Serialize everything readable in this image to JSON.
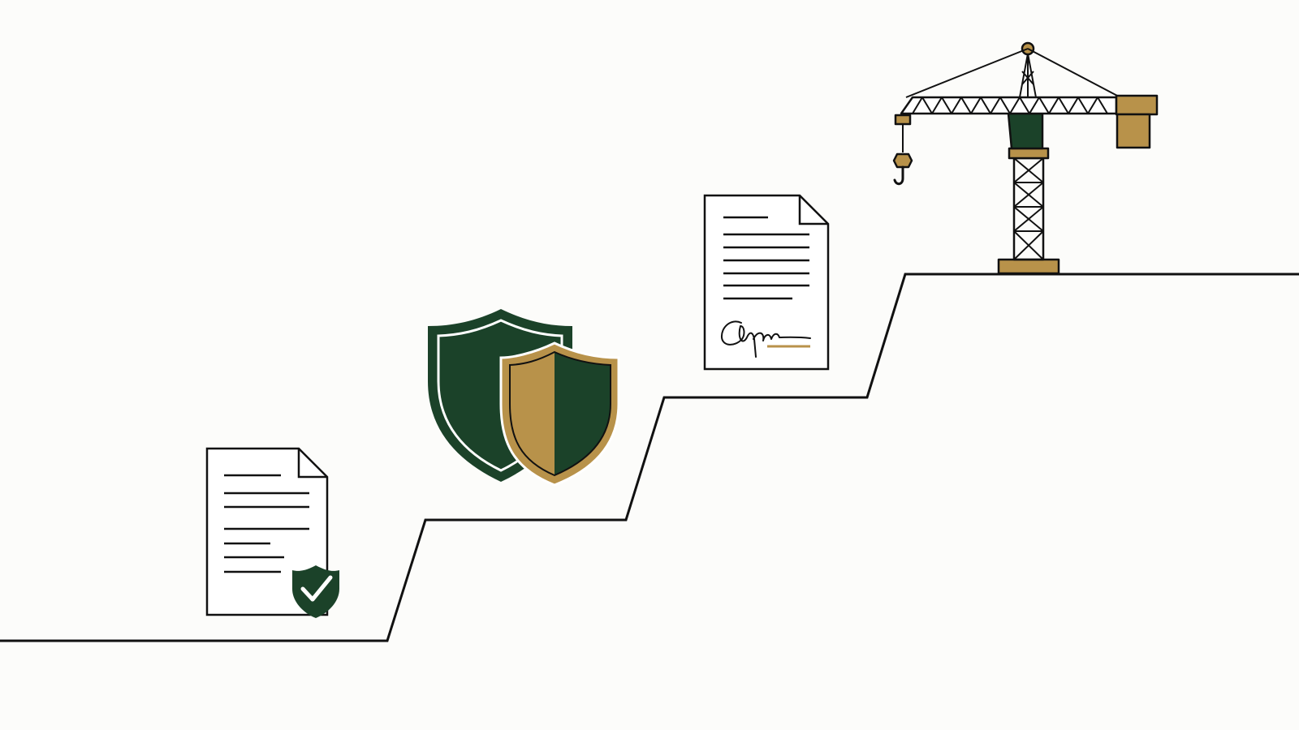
{
  "colors": {
    "background": "#fcfcfa",
    "line": "#111111",
    "paper": "#ffffff",
    "green": "#1b4229",
    "gold": "#b8924a"
  },
  "steps": [
    {
      "name": "step-1-certified-document",
      "icon": "document-check-icon"
    },
    {
      "name": "step-2-protection",
      "icon": "shield-icon"
    },
    {
      "name": "step-3-signed-contract",
      "icon": "signed-contract-icon"
    },
    {
      "name": "step-4-construction",
      "icon": "tower-crane-icon"
    }
  ]
}
